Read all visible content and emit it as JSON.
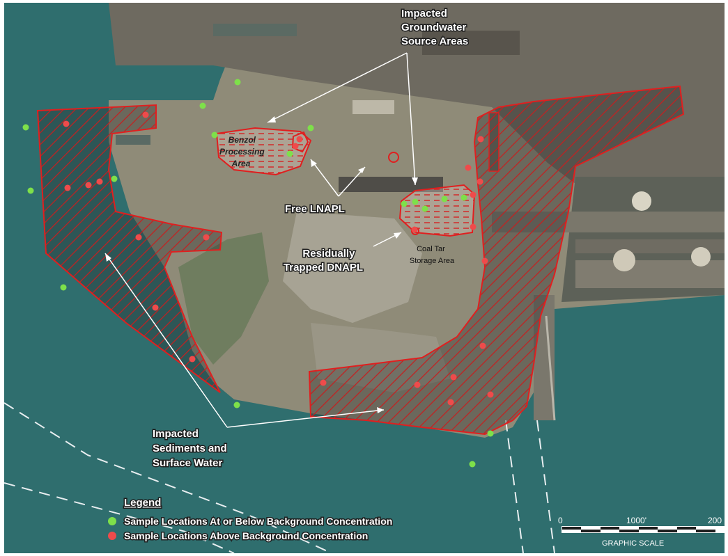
{
  "map": {
    "labels": {
      "groundwater_source": [
        "Impacted",
        "Groundwater",
        "Source Areas"
      ],
      "benzol": [
        "Benzol",
        "Processing",
        "Area"
      ],
      "free_lnapl": "Free LNAPL",
      "dnapl": [
        "Residually",
        "Trapped DNAPL"
      ],
      "coal_tar": [
        "Coal Tar",
        "Storage Area"
      ],
      "sediments": [
        "Impacted",
        "Sediments and",
        "Surface Water"
      ]
    },
    "legend": {
      "title": "Legend",
      "items": [
        {
          "label": "Sample Locations At or Below Background Concentration",
          "color": "#7ee04a"
        },
        {
          "label": "Sample Locations Above Background Concentration",
          "color": "#ef4b4b"
        }
      ]
    },
    "scale": {
      "ticks": [
        "0",
        "1000'",
        "200"
      ],
      "caption": "GRAPHIC SCALE"
    },
    "colors": {
      "water": "#2f6e6e",
      "land": "#8f8b78",
      "industrial": "#6e6a60",
      "impacted_outline": "#e01f1f",
      "sample_below": "#7ee04a",
      "sample_above": "#ef4b4b"
    }
  }
}
